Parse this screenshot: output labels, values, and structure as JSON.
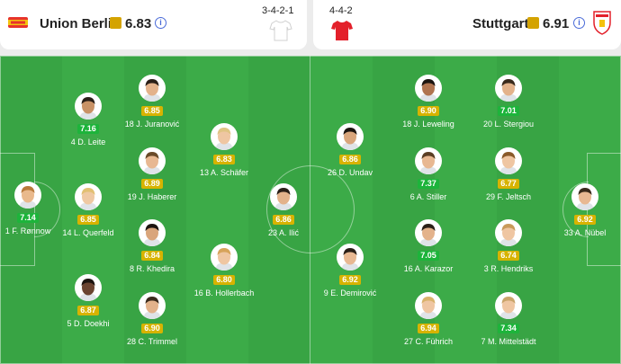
{
  "home": {
    "name": "Union Berlin",
    "rating": "6.83",
    "formation": "3-4-2-1",
    "shirt_color": "#ffffff"
  },
  "away": {
    "name": "Stuttgart",
    "rating": "6.91",
    "formation": "4-4-2",
    "shirt_color": "#e3202a"
  },
  "home_players": [
    {
      "label": "1 F. Rønnow",
      "rating": "7.14",
      "level": "green",
      "skin": "#e9b98c",
      "hair": "#b87a3a"
    },
    {
      "label": "4 D. Leite",
      "rating": "7.16",
      "level": "green",
      "skin": "#c99266",
      "hair": "#2a1f18"
    },
    {
      "label": "14 L. Querfeld",
      "rating": "6.85",
      "level": "yellow",
      "skin": "#efc9a3",
      "hair": "#e2c073"
    },
    {
      "label": "5 D. Doekhi",
      "rating": "6.87",
      "level": "yellow",
      "skin": "#6b4431",
      "hair": "#1c1410"
    },
    {
      "label": "18 J. Juranović",
      "rating": "6.85",
      "level": "yellow",
      "skin": "#e3b28b",
      "hair": "#2a1f18"
    },
    {
      "label": "19 J. Haberer",
      "rating": "6.89",
      "level": "yellow",
      "skin": "#e8b892",
      "hair": "#6a4a2a"
    },
    {
      "label": "8 R. Khedira",
      "rating": "6.84",
      "level": "yellow",
      "skin": "#d9a57b",
      "hair": "#1c1410"
    },
    {
      "label": "28 C. Trimmel",
      "rating": "6.90",
      "level": "yellow",
      "skin": "#e3b28b",
      "hair": "#3a2a1c"
    },
    {
      "label": "13 A. Schäfer",
      "rating": "6.83",
      "level": "yellow",
      "skin": "#efc6a2",
      "hair": "#e0c483"
    },
    {
      "label": "16 B. Hollerbach",
      "rating": "6.80",
      "level": "yellow",
      "skin": "#efc6a2",
      "hair": "#d7a35a"
    },
    {
      "label": "23 A. Ilić",
      "rating": "6.86",
      "level": "yellow",
      "skin": "#e3b28b",
      "hair": "#2a1f18"
    }
  ],
  "away_players": [
    {
      "label": "33 A. Nübel",
      "rating": "6.92",
      "level": "yellow",
      "skin": "#e8b892",
      "hair": "#3a2a1c"
    },
    {
      "label": "18 J. Leweling",
      "rating": "6.90",
      "level": "yellow",
      "skin": "#b07450",
      "hair": "#1c1410"
    },
    {
      "label": "6 A. Stiller",
      "rating": "7.37",
      "level": "green",
      "skin": "#e8b892",
      "hair": "#5a3e24"
    },
    {
      "label": "16 A. Karazor",
      "rating": "7.05",
      "level": "green",
      "skin": "#e3b28b",
      "hair": "#2a1f18"
    },
    {
      "label": "27 C. Führich",
      "rating": "6.94",
      "level": "yellow",
      "skin": "#efc6a2",
      "hair": "#d9b26a"
    },
    {
      "label": "20 L. Stergiou",
      "rating": "7.01",
      "level": "green",
      "skin": "#e3b28b",
      "hair": "#3a2a1c"
    },
    {
      "label": "29 F. Jeltsch",
      "rating": "6.77",
      "level": "yellow",
      "skin": "#efc6a2",
      "hair": "#8a5a2a"
    },
    {
      "label": "3 R. Hendriks",
      "rating": "6.74",
      "level": "yellow",
      "skin": "#efc6a2",
      "hair": "#c99a5a"
    },
    {
      "label": "7 M. Mittelstädt",
      "rating": "7.34",
      "level": "green",
      "skin": "#efc6a2",
      "hair": "#c9a46a"
    },
    {
      "label": "26 D. Undav",
      "rating": "6.86",
      "level": "yellow",
      "skin": "#d9a57b",
      "hair": "#1c1410"
    },
    {
      "label": "9 E. Demirović",
      "rating": "6.92",
      "level": "yellow",
      "skin": "#e8b892",
      "hair": "#2a1f18"
    }
  ],
  "colors": {
    "pitch": "#3cab48",
    "pitch_stripe": "#38a444",
    "rating_green": "#1db43b",
    "rating_yellow": "#d7b300",
    "accent_blue": "#4a6bd8"
  }
}
